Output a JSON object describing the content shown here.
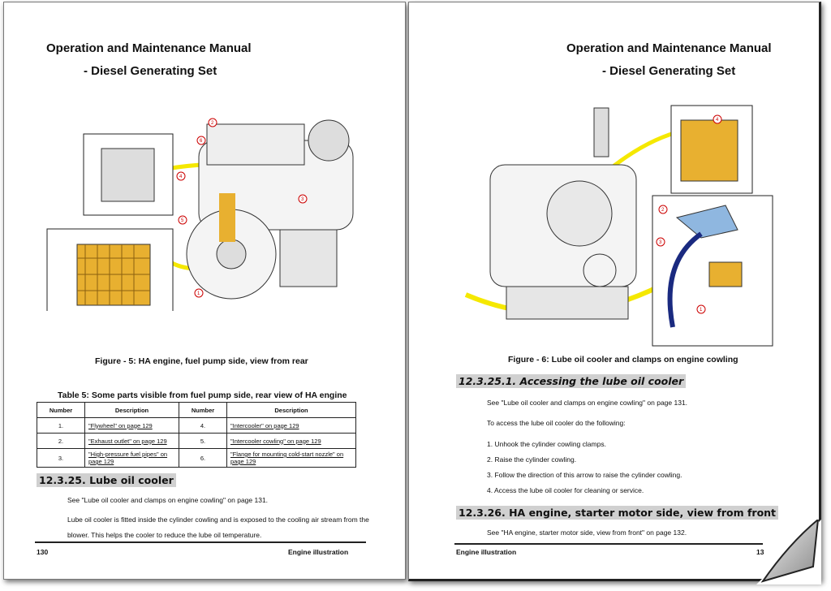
{
  "left_page": {
    "title_line1": "Operation and Maintenance Manual",
    "title_line2": "- Diesel Generating Set",
    "figure_caption": "Figure - 5: HA engine, fuel pump side, view from rear",
    "callouts": [
      "1",
      "2",
      "3",
      "4",
      "5",
      "6"
    ],
    "table": {
      "caption": "Table 5: Some parts visible from fuel pump side, rear view of HA engine",
      "headers": [
        "Number",
        "Description",
        "Number",
        "Description"
      ],
      "rows": [
        [
          "1.",
          "\"Flywheel\" on page 129",
          "4.",
          "\"Intercooler\" on page 129"
        ],
        [
          "2.",
          "\"Exhaust outlet\" on page 129",
          "5.",
          "\"Intercooler cowling\" on page 129"
        ],
        [
          "3.",
          "\"High-pressure fuel pipes\" on page 129",
          "6.",
          "\"Flange for mounting cold-start nozzle\" on page 129"
        ]
      ]
    },
    "section_heading": "12.3.25.  Lube oil cooler",
    "para1": "See \"Lube oil cooler and clamps on engine cowling\" on page 131.",
    "para2": "Lube oil cooler is fitted inside the cylinder cowling and is exposed to the cooling air stream from the blower. This helps the cooler to reduce the lube oil temperature.",
    "footer_page": "130",
    "footer_section": "Engine illustration"
  },
  "right_page": {
    "title_line1": "Operation and Maintenance Manual",
    "title_line2": "- Diesel Generating Set",
    "figure_caption": "Figure - 6: Lube oil cooler and clamps on engine cowling",
    "callouts": [
      "1",
      "2",
      "3",
      "4"
    ],
    "sub_heading": "12.3.25.1. Accessing the lube oil cooler",
    "para1": "See \"Lube oil cooler and clamps on engine cowling\" on page 131.",
    "para2": "To access the lube oil cooler do the following:",
    "steps": [
      "1.  Unhook the cylinder cowling clamps.",
      "2.  Raise the cylinder cowling.",
      "3.  Follow the direction of this arrow to raise the cylinder cowling.",
      "4.  Access the lube oil cooler for cleaning or service."
    ],
    "section_heading": "12.3.26.  HA engine, starter motor side, view from front",
    "para3": "See \"HA engine, starter motor side, view from front\" on page 132.",
    "footer_section": "Engine illustration",
    "footer_page": "13"
  },
  "colors": {
    "highlight": "#f5e800",
    "callout": "#cc0000",
    "heading_bg": "#d0d0d0",
    "part": "#e8b030"
  }
}
